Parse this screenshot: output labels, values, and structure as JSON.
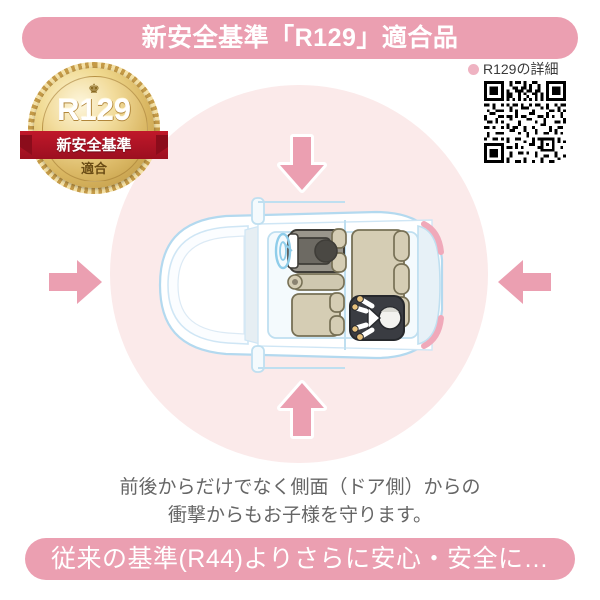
{
  "header": {
    "banner_text": "新安全基準「R129」適合品",
    "banner_color": "#eb9fb1",
    "text_color": "#ffffff"
  },
  "badge": {
    "name": "r129-certification-seal",
    "crown_icon": "crown-icon",
    "standard_code": "R129",
    "ribbon_text": "新安全基準",
    "sub_text": "適合",
    "gold_color": "#dcba68",
    "ribbon_color": "#b01425"
  },
  "qr": {
    "label": "R129の詳細",
    "dot_color": "#efb3c2",
    "icon": "qr-code-icon"
  },
  "diagram": {
    "circle_color": "#fbeaea",
    "arrow_color": "#eb9fb1",
    "arrow_outline": "#ffffff",
    "arrows": [
      {
        "name": "impact-arrow-top",
        "direction": "down",
        "outlined": true
      },
      {
        "name": "impact-arrow-left",
        "direction": "right",
        "outlined": false
      },
      {
        "name": "impact-arrow-right",
        "direction": "left",
        "outlined": false
      },
      {
        "name": "impact-arrow-bottom",
        "direction": "up",
        "outlined": true
      }
    ],
    "car": {
      "name": "car-top-view",
      "body_color": "#ffffff",
      "outline_color": "#b3d9ef",
      "seat_color": "#d5cdb4",
      "driver_icon": "driver-figure-icon",
      "steering_wheel_icon": "steering-wheel-icon",
      "child_seat_icon": "child-car-seat-icon",
      "child_seat_color": "#3a3c42",
      "taillight_color": "#f0a9ba"
    }
  },
  "caption": {
    "line1": "前後からだけでなく側面（ドア側）からの",
    "line2": "衝撃からもお子様を守ります。",
    "color": "#666666"
  },
  "footer": {
    "banner_text": "従来の基準(R44)よりさらに安心・安全に…",
    "banner_color": "#eb9fb1",
    "text_color": "#ffffff"
  }
}
